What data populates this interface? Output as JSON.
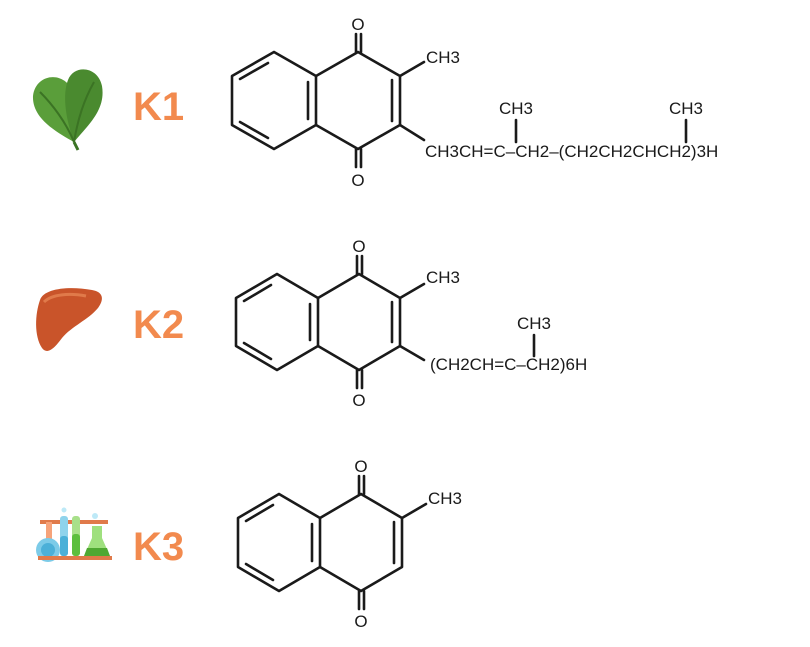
{
  "accent_color": "#f28a4e",
  "vitamins": [
    {
      "label": "K1",
      "icon": "spinach-leaf-icon",
      "atoms": {
        "top_o": "O",
        "bottom_o": "O",
        "methyl": "CH3"
      },
      "chain_branch_1": "CH3",
      "chain_branch_2": "CH3",
      "chain": "CH3CH=C–CH2–(CH2CH2CHCH2)3H"
    },
    {
      "label": "K2",
      "icon": "liver-icon",
      "atoms": {
        "top_o": "O",
        "bottom_o": "O",
        "methyl": "CH3"
      },
      "chain_branch_1": "CH3",
      "chain": "(CH2CH=C–CH2)6H"
    },
    {
      "label": "K3",
      "icon": "lab-flasks-icon",
      "atoms": {
        "top_o": "O",
        "bottom_o": "O",
        "methyl": "CH3"
      }
    }
  ]
}
